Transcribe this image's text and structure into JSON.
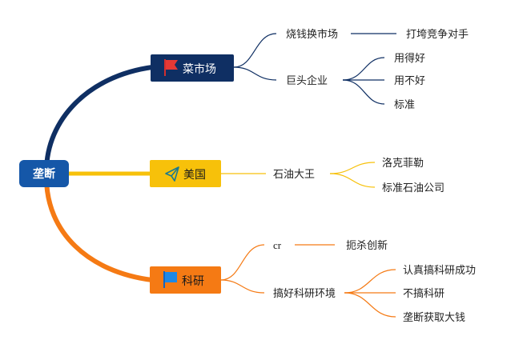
{
  "root": {
    "label": "垄断"
  },
  "branches": [
    {
      "id": "food",
      "label": "菜市场",
      "color": "#0f2f63",
      "icon": "red-flag-icon",
      "children": [
        {
          "label": "烧钱换市场",
          "children": [
            {
              "label": "打垮竞争对手"
            }
          ]
        },
        {
          "label": "巨头企业",
          "children": [
            {
              "label": "用得好"
            },
            {
              "label": "用不好"
            },
            {
              "label": "标准"
            }
          ]
        }
      ]
    },
    {
      "id": "usa",
      "label": "美国",
      "color": "#f7c10a",
      "icon": "paper-plane-icon",
      "children": [
        {
          "label": "石油大王",
          "children": [
            {
              "label": "洛克菲勒"
            },
            {
              "label": "标准石油公司"
            }
          ]
        }
      ]
    },
    {
      "id": "research",
      "label": "科研",
      "color": "#f57a14",
      "icon": "blue-flag-icon",
      "children": [
        {
          "label": "cr",
          "children": [
            {
              "label": "扼杀创新"
            }
          ]
        },
        {
          "label": "搞好科研环境",
          "children": [
            {
              "label": "认真搞科研成功"
            },
            {
              "label": "不搞科研"
            },
            {
              "label": "垄断获取大钱"
            }
          ]
        }
      ]
    }
  ],
  "colors": {
    "root_fill": "#1557a8",
    "food_line": "#0f2f63",
    "usa_line": "#f7c10a",
    "research_line": "#f57a14"
  }
}
